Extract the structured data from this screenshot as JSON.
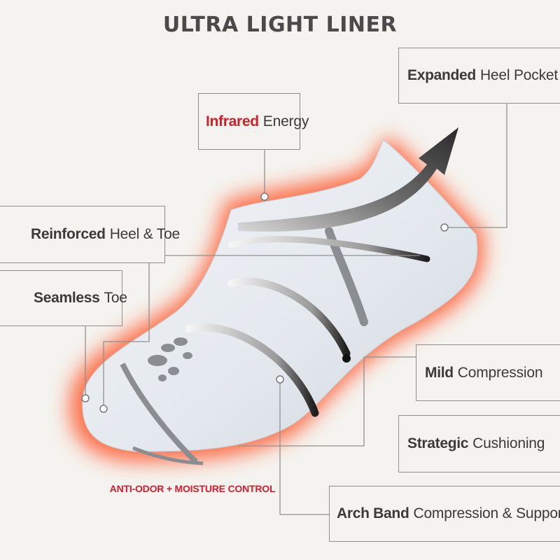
{
  "title": "ULTRA LIGHT LINER",
  "callouts": {
    "heel_pocket": {
      "bold": "Expanded",
      "rest": "Heel Pocket"
    },
    "infrared": {
      "bold": "Infrared",
      "rest": "Energy"
    },
    "reinforced": {
      "bold": "Reinforced",
      "rest": "Heel & Toe"
    },
    "seamless": {
      "bold": "Seamless",
      "rest": "Toe"
    },
    "mild": {
      "bold": "Mild",
      "rest": "Compression"
    },
    "strategic": {
      "bold": "Strategic",
      "rest": "Cushioning"
    },
    "arch": {
      "bold": "Arch Band",
      "rest": "Compression & Support"
    }
  },
  "anti_odor": "ANTI-ODOR + MOISTURE CONTROL",
  "colors": {
    "accent_red": "#d11f2b",
    "glow": "#ff6a3d",
    "sock": "#e4e9ef",
    "sock_stripe": "#8a8d91",
    "line": "#8f8f8f"
  },
  "icons": [
    "curved-arrow-icon",
    "connector-dot-icon",
    "foot-pattern-icon"
  ]
}
